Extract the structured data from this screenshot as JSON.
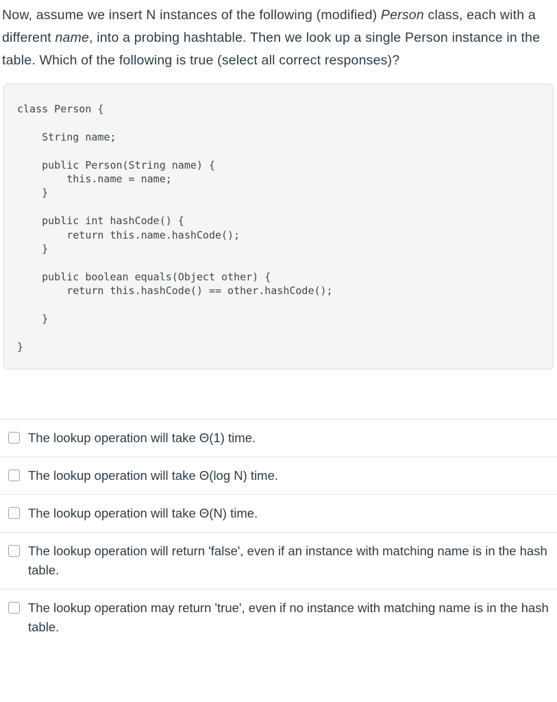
{
  "question": {
    "segments": [
      {
        "text": "Now, assume we insert N instances of the following (modified) ",
        "style": "normal"
      },
      {
        "text": "Person",
        "style": "italic"
      },
      {
        "text": " class, each with a different ",
        "style": "normal"
      },
      {
        "text": "name",
        "style": "italic"
      },
      {
        "text": ", into a probing hashtable. Then we look up a single Person instance in the table.  Which of the following is true (select all correct responses)?",
        "style": "normal"
      }
    ],
    "plain": "Now, assume we insert N instances of the following (modified) Person class, each with a different name, into a probing hashtable. Then we look up a single Person instance in the table.  Which of the following is true (select all correct responses)?"
  },
  "code_block": {
    "language": "java",
    "background_color": "#f5f5f5",
    "border_color": "#d9dde0",
    "text_color": "#3a4850",
    "lines": [
      "class Person {",
      "",
      "    String name;",
      "",
      "    public Person(String name) {",
      "        this.name = name;",
      "    }",
      "",
      "    public int hashCode() {",
      "        return this.name.hashCode();",
      "    }",
      "",
      "    public boolean equals(Object other) {",
      "        return this.hashCode() == other.hashCode();",
      "",
      "    }",
      "",
      "}"
    ],
    "source": "class Person {\n\n    String name;\n\n    public Person(String name) {\n        this.name = name;\n    }\n\n    public int hashCode() {\n        return this.name.hashCode();\n    }\n\n    public boolean equals(Object other) {\n        return this.hashCode() == other.hashCode();\n\n    }\n\n}"
  },
  "options": {
    "input_type": "checkbox",
    "items": [
      {
        "label": "The lookup operation will take Θ(1) time.",
        "checked": false
      },
      {
        "label": "The lookup operation will take Θ(log N) time.",
        "checked": false
      },
      {
        "label": "The lookup operation will take Θ(N) time.",
        "checked": false
      },
      {
        "label": "The lookup operation will return 'false', even if an instance with matching name is in the hash table.",
        "checked": false
      },
      {
        "label": "The lookup operation may return 'true', even if no instance with matching name is in the hash table.",
        "checked": false
      }
    ]
  },
  "theme": {
    "text_color": "#2d3b45",
    "separator_color": "#e3e6e8",
    "checkbox_border_color": "#9aa3ab",
    "page_background": "#ffffff"
  }
}
